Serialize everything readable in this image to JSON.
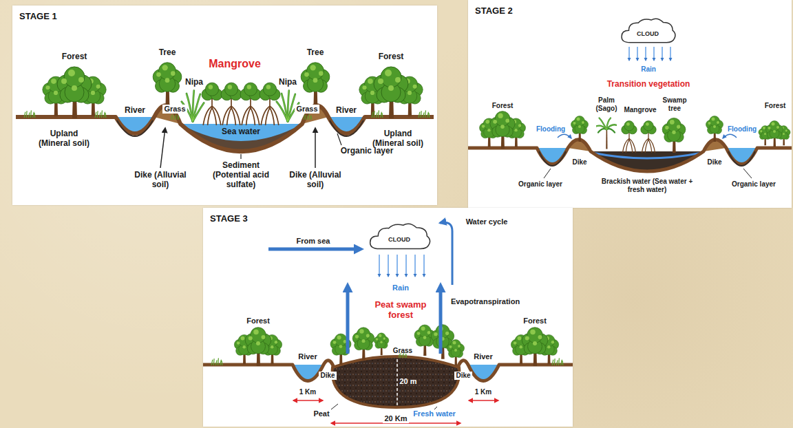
{
  "diagram": {
    "nodes": [
      {
        "text": [
          "STAGE 1"
        ]
      },
      {
        "text": [
          "STAGE 2"
        ]
      },
      {
        "text": [
          "CLOUD"
        ],
        "in": 1
      },
      {
        "text": [
          "STAGE 3"
        ]
      },
      {
        "text": [
          "CLOUD"
        ],
        "in": 3
      }
    ],
    "labels": [
      "Mangrove",
      "Forest",
      "Tree",
      "Tree",
      "Forest",
      "Nipa",
      "Nipa",
      "Grass",
      "Grass",
      "River",
      "River",
      "Upland (Mineral soil)",
      "Upland (Mineral soil)",
      "Sea water",
      "Organic layer",
      "Dike (Alluvial soil)",
      "Sediment (Potential acid sulfate)",
      "Dike (Alluvial soil)",
      "Rain",
      "Transition vegetation",
      "Forest",
      "Palm (Sago)",
      "Mangrove",
      "Swamp tree",
      "Forest",
      "Flooding",
      "Flooding",
      "Dike",
      "Dike",
      "Organic layer",
      "Brackish water (Sea water + fresh water)",
      "Organic layer",
      "From sea",
      "Water cycle",
      "Rain",
      "Evapotranspiration",
      "Peat swamp forest",
      "Forest",
      "Forest",
      "Grass",
      "River",
      "River",
      "Dike",
      "Dike",
      "20 m",
      "1 Km",
      "1 Km",
      "Peat",
      "Fresh water",
      "20 Km"
    ]
  }
}
